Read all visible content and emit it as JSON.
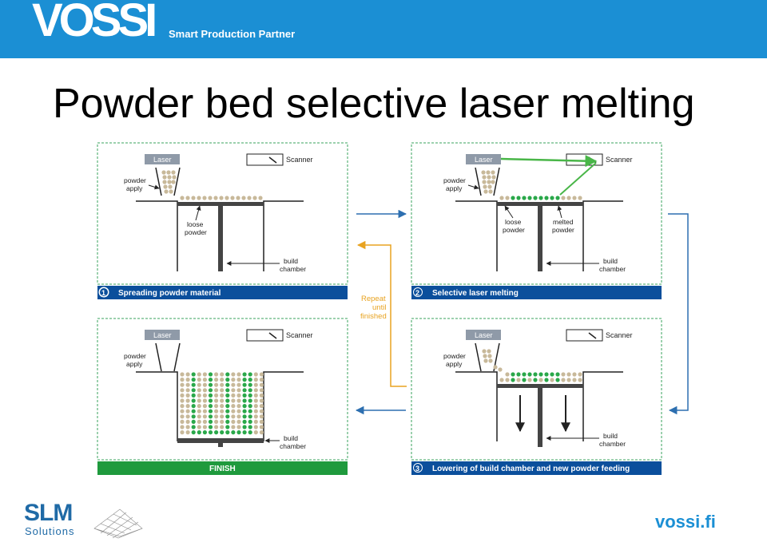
{
  "header": {
    "brand": "VOSSI",
    "tagline": "Smart Production Partner",
    "bg_color": "#1b8fd4"
  },
  "title": "Powder bed selective laser melting",
  "panels": [
    {
      "number": "1",
      "caption": "Spreading powder material",
      "laser": "Laser",
      "scanner": "Scanner",
      "labels": [
        "powder",
        "apply",
        "loose",
        "powder",
        "build",
        "chamber"
      ]
    },
    {
      "number": "2",
      "caption": "Selective laser melting",
      "laser": "Laser",
      "scanner": "Scanner",
      "labels": [
        "powder",
        "apply",
        "loose",
        "powder",
        "melted",
        "powder",
        "build",
        "chamber"
      ]
    },
    {
      "number": "",
      "caption": "FINISH",
      "laser": "Laser",
      "scanner": "Scanner",
      "labels": [
        "powder",
        "apply",
        "build",
        "chamber"
      ]
    },
    {
      "number": "3",
      "caption": "Lowering of build chamber and new powder feeding",
      "laser": "Laser",
      "scanner": "Scanner",
      "labels": [
        "powder",
        "apply",
        "build",
        "chamber"
      ]
    }
  ],
  "repeat": [
    "Repeat",
    "until",
    "finished"
  ],
  "colors": {
    "caption_blue": "#0b4f9c",
    "finish_green": "#1f9a3d",
    "arrow_blue": "#2d6fb0",
    "repeat_orange": "#e8a321",
    "powder_beige": "#c8b99a",
    "melted_green": "#2aa84a",
    "laser_green": "#49b648",
    "label_gray": "#8f9aa8"
  },
  "footer": {
    "slm_logo": "SLM",
    "slm_sub": "Solutions",
    "website": "vossi.fi"
  }
}
